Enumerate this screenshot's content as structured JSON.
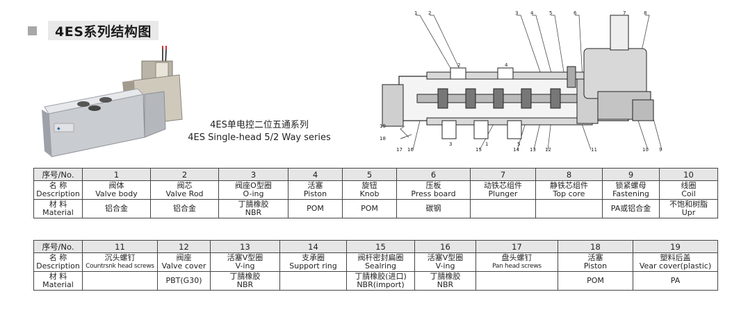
{
  "title": "4ES系列结构图",
  "caption": {
    "cn": "4ES单电控二位五通系列",
    "en": "4ES Single-head 5/2 Way  series"
  },
  "diagram_labels": [
    "1",
    "2",
    "3",
    "4",
    "5",
    "6",
    "7",
    "8",
    "2",
    "4",
    "19",
    "18",
    "17",
    "16",
    "3",
    "15",
    "1",
    "5",
    "14",
    "13",
    "12",
    "11",
    "10",
    "9"
  ],
  "row_labels": {
    "no": "序号/No.",
    "name_cn": "名  称",
    "name_en": "Description",
    "mat_cn": "材  料",
    "mat_en": "Material"
  },
  "table1": [
    {
      "no": "1",
      "name_cn": "阀体",
      "name_en": "Valve body",
      "mat": "铝合金",
      "mat2": ""
    },
    {
      "no": "2",
      "name_cn": "阀芯",
      "name_en": "Valve Rod",
      "mat": "铝合金",
      "mat2": ""
    },
    {
      "no": "3",
      "name_cn": "阀座O型圈",
      "name_en": "O-ing",
      "mat": "丁腈橡胶",
      "mat2": "NBR"
    },
    {
      "no": "4",
      "name_cn": "活塞",
      "name_en": "Piston",
      "mat": "POM",
      "mat2": ""
    },
    {
      "no": "5",
      "name_cn": "旋钮",
      "name_en": "Knob",
      "mat": "POM",
      "mat2": ""
    },
    {
      "no": "6",
      "name_cn": "压板",
      "name_en": "Press board",
      "mat": "碳钢",
      "mat2": ""
    },
    {
      "no": "7",
      "name_cn": "动铁芯组件",
      "name_en": "Plunger",
      "mat": "",
      "mat2": ""
    },
    {
      "no": "8",
      "name_cn": "静铁芯组件",
      "name_en": "Top core",
      "mat": "",
      "mat2": ""
    },
    {
      "no": "9",
      "name_cn": "锁紧螺母",
      "name_en": "Fastening",
      "mat": "PA或铝合金",
      "mat2": ""
    },
    {
      "no": "10",
      "name_cn": "线圈",
      "name_en": "Coil",
      "mat": "不饱和树脂",
      "mat2": "Upr"
    }
  ],
  "table2": [
    {
      "no": "11",
      "name_cn": "沉头螺钉",
      "name_en": "Countrsnk head screws",
      "mat": "",
      "mat2": "",
      "small": true
    },
    {
      "no": "12",
      "name_cn": "阀座",
      "name_en": "Valve cover",
      "mat": "PBT(G30)",
      "mat2": ""
    },
    {
      "no": "13",
      "name_cn": "活塞V型圈",
      "name_en": "V-ing",
      "mat": "丁腈橡胶",
      "mat2": "NBR"
    },
    {
      "no": "14",
      "name_cn": "支承圈",
      "name_en": "Support ring",
      "mat": "",
      "mat2": ""
    },
    {
      "no": "15",
      "name_cn": "阀杆密封扁圈",
      "name_en": "Sealring",
      "mat": "丁腈橡胶(进口)",
      "mat2": "NBR(import)"
    },
    {
      "no": "16",
      "name_cn": "活塞V型圈",
      "name_en": "V-ing",
      "mat": "丁腈橡胶",
      "mat2": "NBR"
    },
    {
      "no": "17",
      "name_cn": "盘头螺钉",
      "name_en": "Pan head screws",
      "mat": "",
      "mat2": "",
      "small": true
    },
    {
      "no": "18",
      "name_cn": "活塞",
      "name_en": "Piston",
      "mat": "POM",
      "mat2": "",
      "cn_only": true
    },
    {
      "no": "19",
      "name_cn": "塑料后盖",
      "name_en": "Vear cover(plastic)",
      "mat": "PA",
      "mat2": ""
    }
  ]
}
